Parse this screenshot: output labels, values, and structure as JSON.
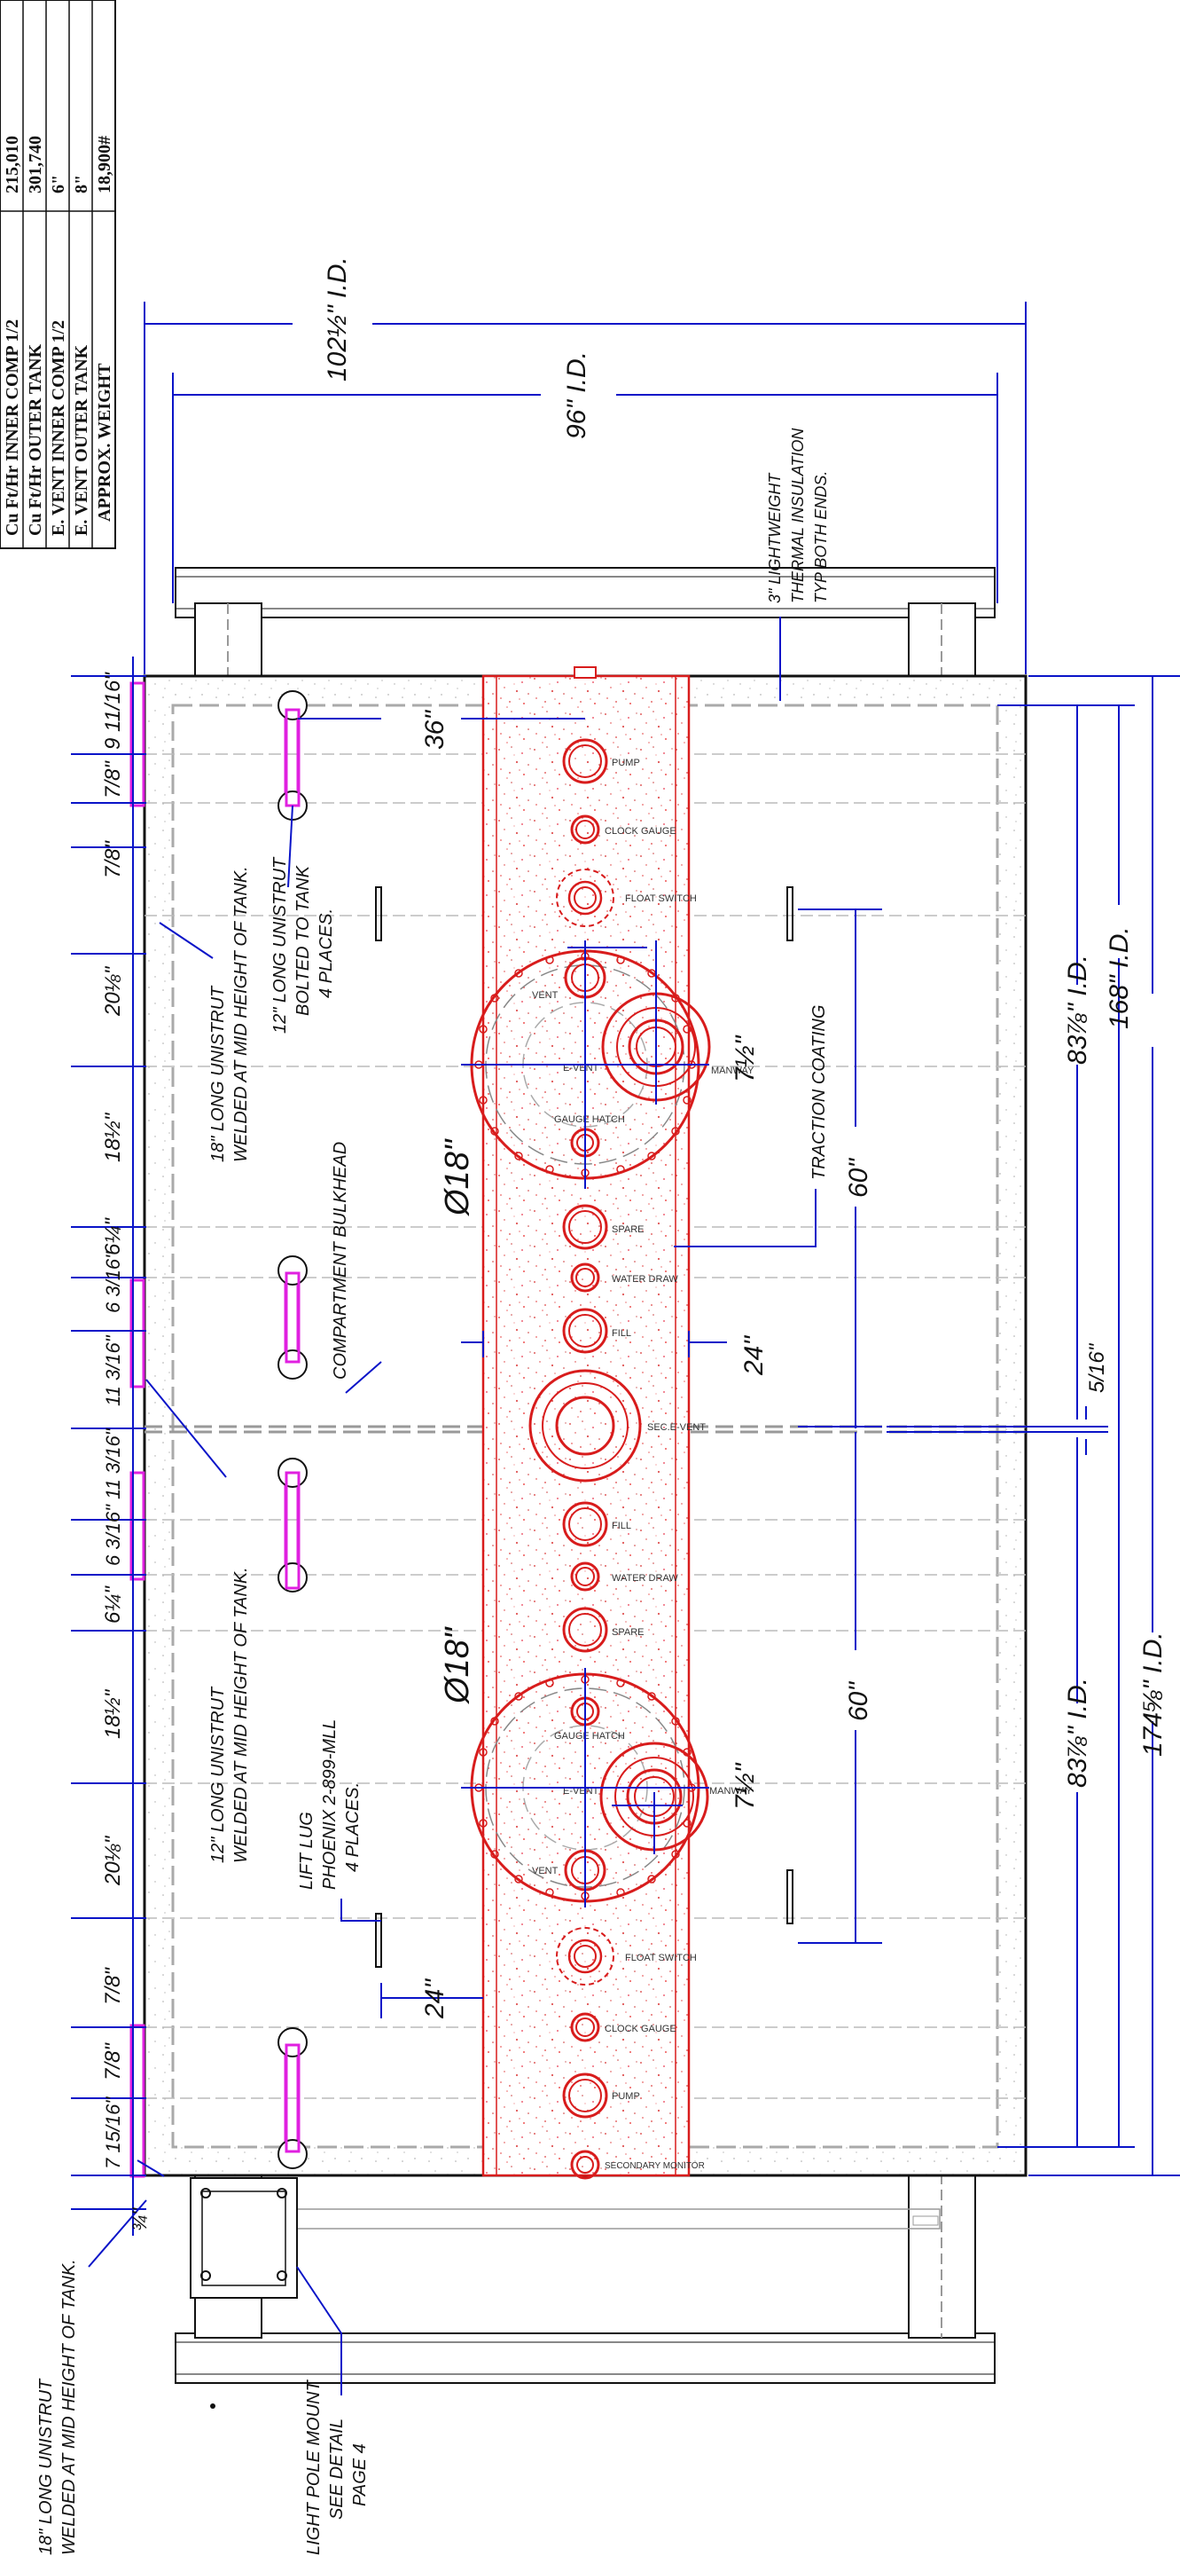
{
  "spec_table": {
    "rows": [
      {
        "label": "Cu Ft/Hr INNER COMP 1/2",
        "value": "215,010"
      },
      {
        "label": "Cu Ft/Hr OUTER TANK",
        "value": "301,740"
      },
      {
        "label": "E. VENT INNER COMP 1/2",
        "value": "6\""
      },
      {
        "label": "E. VENT OUTER TANK",
        "value": "8\""
      },
      {
        "label": "APPROX. WEIGHT",
        "value": "18,900#"
      }
    ]
  },
  "dimensions": {
    "top_od": "102½\" I.D.",
    "top_id": "96\" I.D.",
    "length_total": "174⅝\" I.D.",
    "length_inner": "168\" I.D.",
    "comp1": "83⅞\" I.D.",
    "comp2": "83⅞\" I.D.",
    "bulkhead_gap": "5/16\"",
    "span1": "60\"",
    "span2": "60\"",
    "manway_offset1": "7½\"",
    "manway_offset2": "7½\"",
    "manway_dia1": "Ø18\"",
    "manway_dia2": "Ø18\"",
    "walkway_width": "24\"",
    "pump_offset": "36\"",
    "lug_offset": "24\"",
    "left_chain": [
      "9 11/16\"",
      "7/8\"",
      "7/8\"",
      "20⅛\"",
      "18½\"",
      "6¼\"",
      "6 3/16\"",
      "11 3/16\"",
      "11 3/16\"",
      "6 3/16\"",
      "6¼\"",
      "18½\"",
      "20⅛\"",
      "7/8\"",
      "7/8\"",
      "7 15/16\"",
      "¾\""
    ]
  },
  "notes": {
    "insulation_1": "3\" LIGHTWEIGHT",
    "insulation_2": "THERMAL INSULATION",
    "insulation_3": "TYP BOTH ENDS.",
    "unistrut18_top_1": "18\" LONG UNISTRUT",
    "unistrut18_top_2": "WELDED AT MID HEIGHT OF TANK.",
    "unistrut12_top_1": "12\" LONG UNISTRUT",
    "unistrut12_top_2": "BOLTED TO TANK",
    "unistrut12_top_3": "4 PLACES.",
    "bulkhead": "COMPARTMENT BULKHEAD",
    "traction": "TRACTION COATING",
    "unistrut12_mid_1": "12\" LONG UNISTRUT",
    "unistrut12_mid_2": "WELDED AT MID HEIGHT OF TANK.",
    "lift_lug_1": "LIFT LUG",
    "lift_lug_2": "PHOENIX 2-899-MLL",
    "lift_lug_3": "4 PLACES.",
    "unistrut18_bot_1": "18\" LONG UNISTRUT",
    "unistrut18_bot_2": "WELDED AT MID HEIGHT OF TANK.",
    "light_pole_1": "LIGHT POLE MOUNT",
    "light_pole_2": "SEE DETAIL",
    "light_pole_3": "PAGE 4"
  },
  "fittings_labels": {
    "pump_top": "PUMP",
    "clock_top": "CLOCK GAUGE",
    "float_top": "FLOAT SWITCH",
    "vent_top": "VENT",
    "event_top": "E-VENT",
    "manway_top": "MANWAY",
    "gauge_top": "GAUGE HATCH",
    "spare_top": "SPARE",
    "water_top": "WATER DRAW",
    "fill_top": "FILL",
    "sec_event": "SEC.E-VENT",
    "fill_bot": "FILL",
    "water_bot": "WATER DRAW",
    "spare_bot": "SPARE",
    "gauge_bot": "GAUGE HATCH",
    "event_bot": "E-VENT",
    "manway_bot": "MANWAY",
    "vent_bot": "VENT",
    "float_bot": "FLOAT SWITCH",
    "clock_bot": "CLOCK GAUGE",
    "pump_bot": "PUMP",
    "secondary_monitor": "SECONDARY MONITOR"
  },
  "colors": {
    "dimension": "#0a14c8",
    "fitting": "#d81c1c",
    "unistrut": "#e020e0",
    "outline": "#111111",
    "hidden": "#9a9a9a"
  }
}
